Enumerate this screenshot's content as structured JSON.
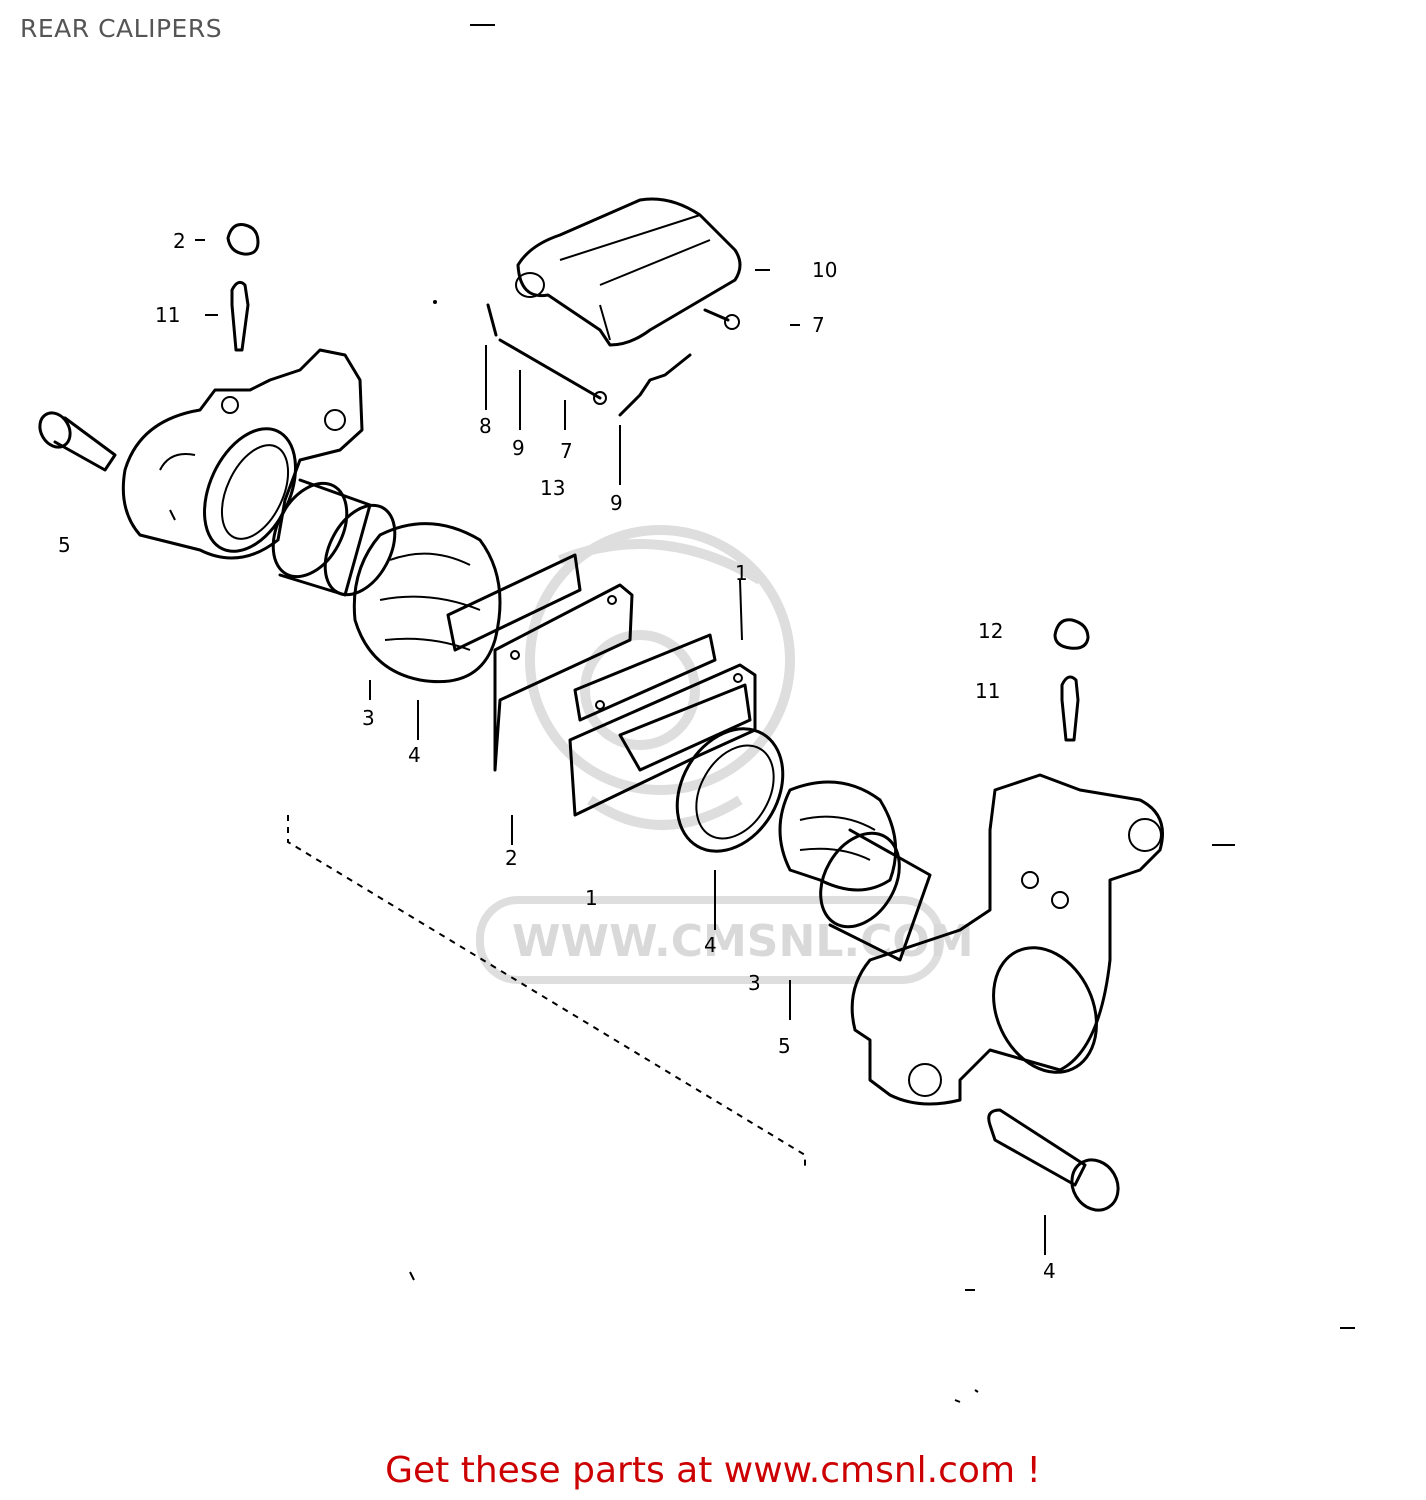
{
  "header": {
    "title": "REAR CALIPERS"
  },
  "watermark": {
    "text": "WWW.CMSNL.COM"
  },
  "callouts": {
    "c1": "2",
    "c2": "11",
    "c3": "5",
    "c4": "10",
    "c5": "7",
    "c6": "8",
    "c7": "9",
    "c8": "7",
    "c9": "13",
    "c10": "9",
    "c11": "3",
    "c12": "4",
    "c13": "1",
    "c14": "12",
    "c15": "11",
    "c16": "2",
    "c17": "1",
    "c18": "4",
    "c19": "3",
    "c20": "5",
    "c21": "4"
  },
  "footer": {
    "text": "Get these parts at www.cmsnl.com !"
  }
}
